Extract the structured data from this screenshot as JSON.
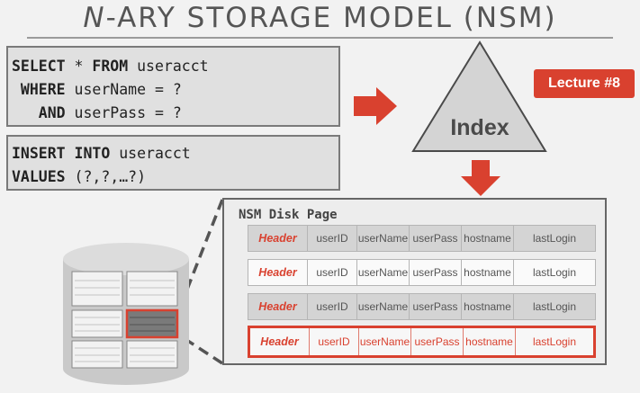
{
  "title": {
    "prefix": "N",
    "rest": "-ARY STORAGE MODEL (NSM)"
  },
  "query_select": {
    "l1_kw1": "SELECT",
    "l1_mid": " * ",
    "l1_kw2": "FROM",
    "l1_rest": " useracct",
    "l2_kw": " WHERE",
    "l2_rest": " userName = ?",
    "l3_kw": "   AND",
    "l3_rest": " userPass = ?"
  },
  "query_insert": {
    "l1_kw": "INSERT INTO",
    "l1_rest": " useracct",
    "l2_kw": "VALUES",
    "l2_rest": " (?,?,…?)"
  },
  "lecture_badge": "Lecture #8",
  "index_label": "Index",
  "disk_page": {
    "label": "NSM Disk Page",
    "rows": [
      {
        "style": "gray",
        "cells": [
          "Header",
          "userID",
          "userName",
          "userPass",
          "hostname",
          "lastLogin"
        ]
      },
      {
        "style": "white",
        "cells": [
          "Header",
          "userID",
          "userName",
          "userPass",
          "hostname",
          "lastLogin"
        ]
      },
      {
        "style": "gray",
        "cells": [
          "Header",
          "userID",
          "userName",
          "userPass",
          "hostname",
          "lastLogin"
        ]
      },
      {
        "style": "highlight",
        "cells": [
          "Header",
          "userID",
          "userName",
          "userPass",
          "hostname",
          "lastLogin"
        ]
      }
    ]
  },
  "colors": {
    "accent": "#d9412f",
    "box_fill": "#e0e0e0",
    "border": "#7a7a7a",
    "database": "#cfcfcf"
  },
  "icons": [
    "right-arrow-icon",
    "down-arrow-icon",
    "index-triangle-icon",
    "database-cylinder-icon"
  ]
}
